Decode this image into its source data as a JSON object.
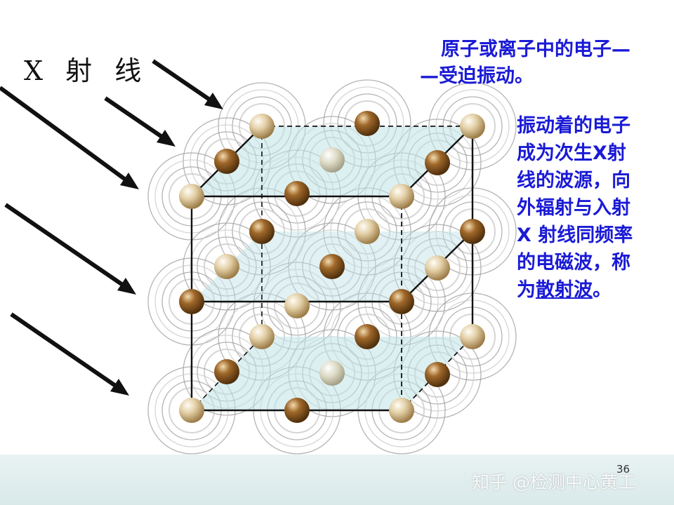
{
  "labels": {
    "xray": "X 射 线",
    "note_top_line1": "原子或离子中的电子—",
    "note_top_line2": "—受迫振动。",
    "note_main_lines": [
      "振动着的电子",
      "成为次生X射",
      "线的波源，向",
      "外辐射与入射",
      "X 射线同频率",
      "的电磁波，称"
    ],
    "note_main_last_prefix": "为",
    "note_main_term": "散射波",
    "note_main_last_suffix": "。"
  },
  "page_number": "36",
  "watermark": "知乎 @检测中心黄工",
  "colors": {
    "text_blue": "#1a1ad6",
    "atom_light": "#dcc7a0",
    "atom_dark": "#8a5a1e",
    "plane_fill": "#bfe3e6",
    "ring_stroke": "#9a9a9a"
  },
  "icons": {
    "arrow": "incident-xray-arrow-icon"
  }
}
